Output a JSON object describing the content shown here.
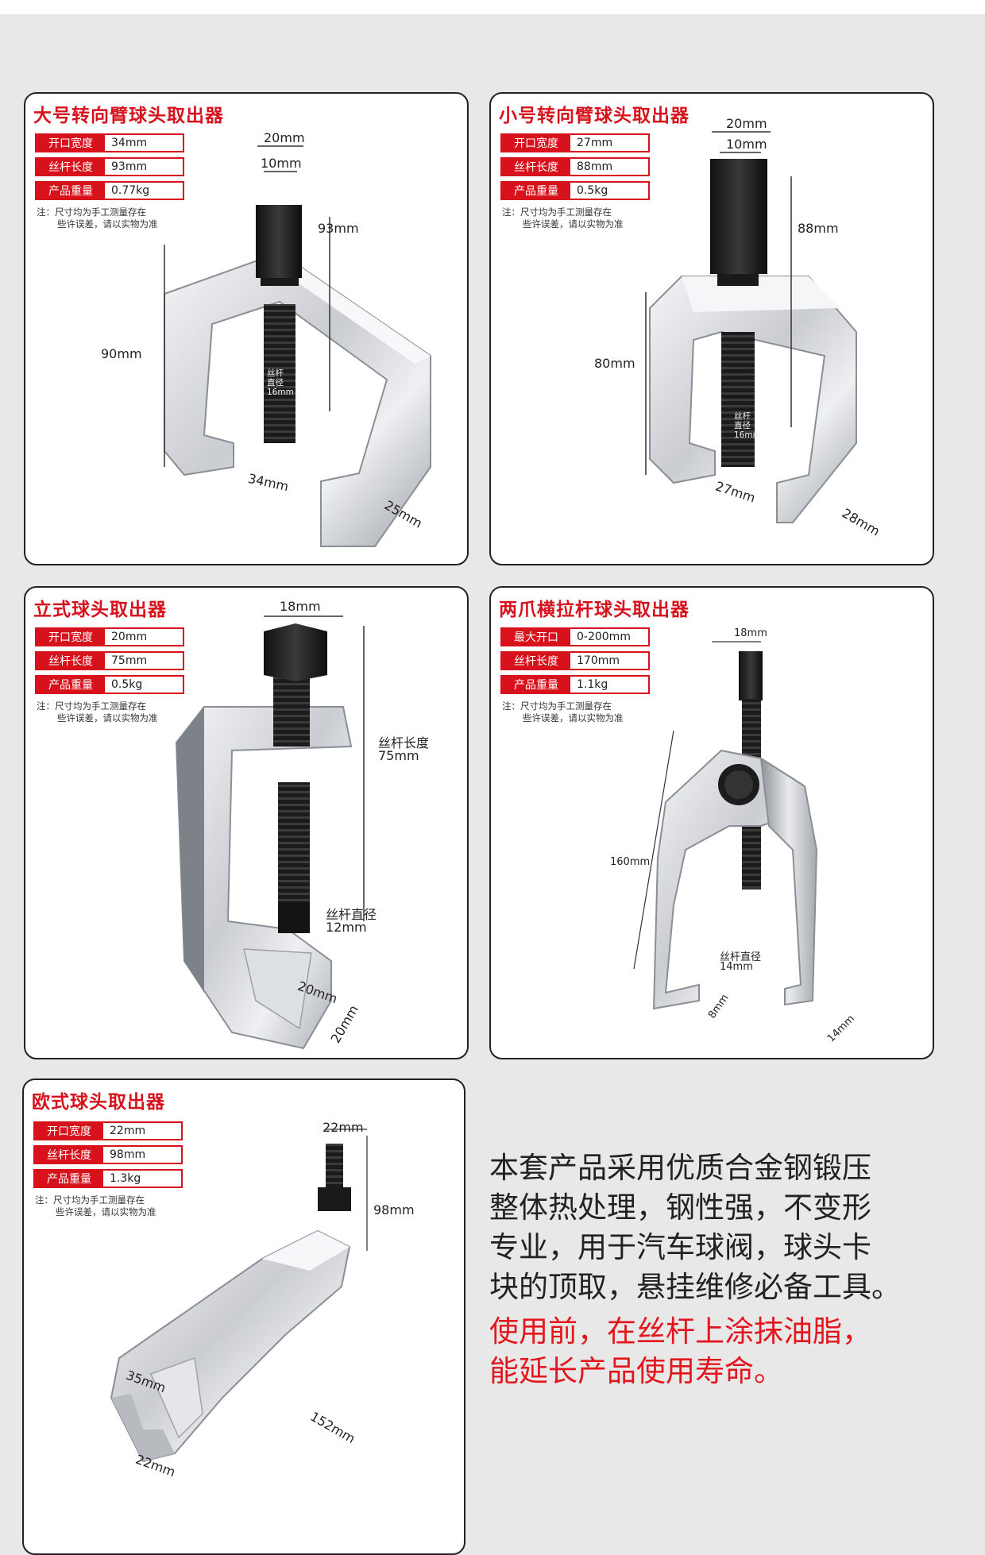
{
  "panels": [
    {
      "title": "大号转向臂球头取出器",
      "specs": [
        {
          "label": "开口宽度",
          "value": "34mm"
        },
        {
          "label": "丝杆长度",
          "value": "93mm"
        },
        {
          "label": "产品重量",
          "value": "0.77kg"
        }
      ],
      "note": [
        "注：尺寸均为手工测量存在",
        "些许误差，请以实物为准"
      ],
      "dims": {
        "top": "20mm",
        "inner": "10mm",
        "screw": "93mm",
        "height": "90mm",
        "opening": "34mm",
        "depth": "25mm",
        "rod": [
          "丝杆",
          "直径",
          "16mm"
        ]
      }
    },
    {
      "title": "小号转向臂球头取出器",
      "specs": [
        {
          "label": "开口宽度",
          "value": "27mm"
        },
        {
          "label": "丝杆长度",
          "value": "88mm"
        },
        {
          "label": "产品重量",
          "value": "0.5kg"
        }
      ],
      "note": [
        "注：尺寸均为手工测量存在",
        "些许误差，请以实物为准"
      ],
      "dims": {
        "top": "20mm",
        "inner": "10mm",
        "screw": "88mm",
        "height": "80mm",
        "opening": "27mm",
        "depth": "28mm",
        "rod": [
          "丝杆",
          "直径",
          "16mm"
        ]
      }
    },
    {
      "title": "立式球头取出器",
      "specs": [
        {
          "label": "开口宽度",
          "value": "20mm"
        },
        {
          "label": "丝杆长度",
          "value": "75mm"
        },
        {
          "label": "产品重量",
          "value": "0.5kg"
        }
      ],
      "note": [
        "注：尺寸均为手工测量存在",
        "些许误差，请以实物为准"
      ],
      "dims": {
        "top": "18mm",
        "screw_label": "丝杆长度",
        "screw": "75mm",
        "rod_label": "丝杆直径",
        "rod": "12mm",
        "opening": "20mm",
        "depth": "20mm"
      }
    },
    {
      "title": "两爪横拉杆球头取出器",
      "specs": [
        {
          "label": "最大开口",
          "value": "0-200mm"
        },
        {
          "label": "丝杆长度",
          "value": "170mm"
        },
        {
          "label": "产品重量",
          "value": "1.1kg"
        }
      ],
      "note": [
        "注：尺寸均为手工测量存在",
        "些许误差，请以实物为准"
      ],
      "dims": {
        "top": "18mm",
        "height": "160mm",
        "rod_label": "丝杆直径",
        "rod": "14mm",
        "claw": "8mm",
        "claw_w": "14mm"
      }
    },
    {
      "title": "欧式球头取出器",
      "specs": [
        {
          "label": "开口宽度",
          "value": "22mm"
        },
        {
          "label": "丝杆长度",
          "value": "98mm"
        },
        {
          "label": "产品重量",
          "value": "1.3kg"
        }
      ],
      "note": [
        "注：尺寸均为手工测量存在",
        "些许误差，请以实物为准"
      ],
      "dims": {
        "top": "22mm",
        "screw": "98mm",
        "fork_w": "35mm",
        "opening": "22mm",
        "length": "152mm"
      }
    }
  ],
  "description": {
    "lines": [
      "本套产品采用优质合金钢锻压",
      "整体热处理，钢性强，不变形",
      "专业，用于汽车球阀，球头卡",
      "块的顶取，悬挂维修必备工具。"
    ],
    "warning": [
      "使用前，在丝杆上涂抹油脂，",
      "能延长产品使用寿命。"
    ]
  },
  "colors": {
    "accent": "#d7121c",
    "warning": "#e4161d",
    "border": "#222222"
  }
}
